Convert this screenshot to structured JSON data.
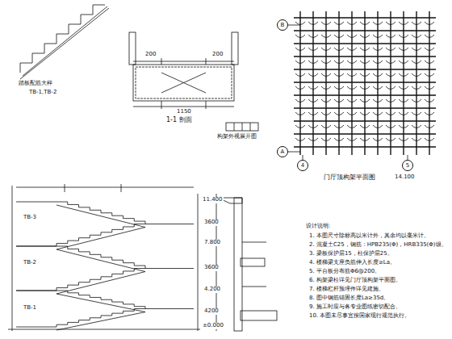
{
  "diagram": {
    "nodes": [
      {
        "text": [
          "B"
        ]
      },
      {
        "text": [
          "A"
        ]
      },
      {
        "text": [
          "4"
        ]
      },
      {
        "text": [
          "5"
        ]
      }
    ],
    "labels": [
      "踏板配筋大样",
      "TB-1,TB-2",
      "200",
      "1150",
      "200",
      "1-1 剖面",
      "构架外视展开图",
      "门厅顶构架平面图",
      "14.100",
      "11.400",
      "7.800",
      "4.200",
      "±0.000",
      "3600",
      "3600",
      "4200",
      "TB-3",
      "TB-2",
      "TB-1",
      "设计说明:",
      "1. 本图尺寸除标高以米计外，其余均以毫米计。",
      "2. 混凝土C25，钢筋：HPB235(Φ)，HRB335(Φ)级。",
      "3. 梁板保护层15，柱保护层25。",
      "4. 楼梯梁支座负筋伸入长度≥La。",
      "5. 平台板分布筋Φ6@200。",
      "6. 构架梁柱详见门厅顶构架平面图。",
      "7. 楼梯栏杆预埋件详见建施。",
      "8. 图中钢筋锚固长度La≥35d。",
      "9. 施工时应与各专业图纸密切配合。",
      "10. 本图未尽事宜按国家现行规范执行。"
    ]
  }
}
